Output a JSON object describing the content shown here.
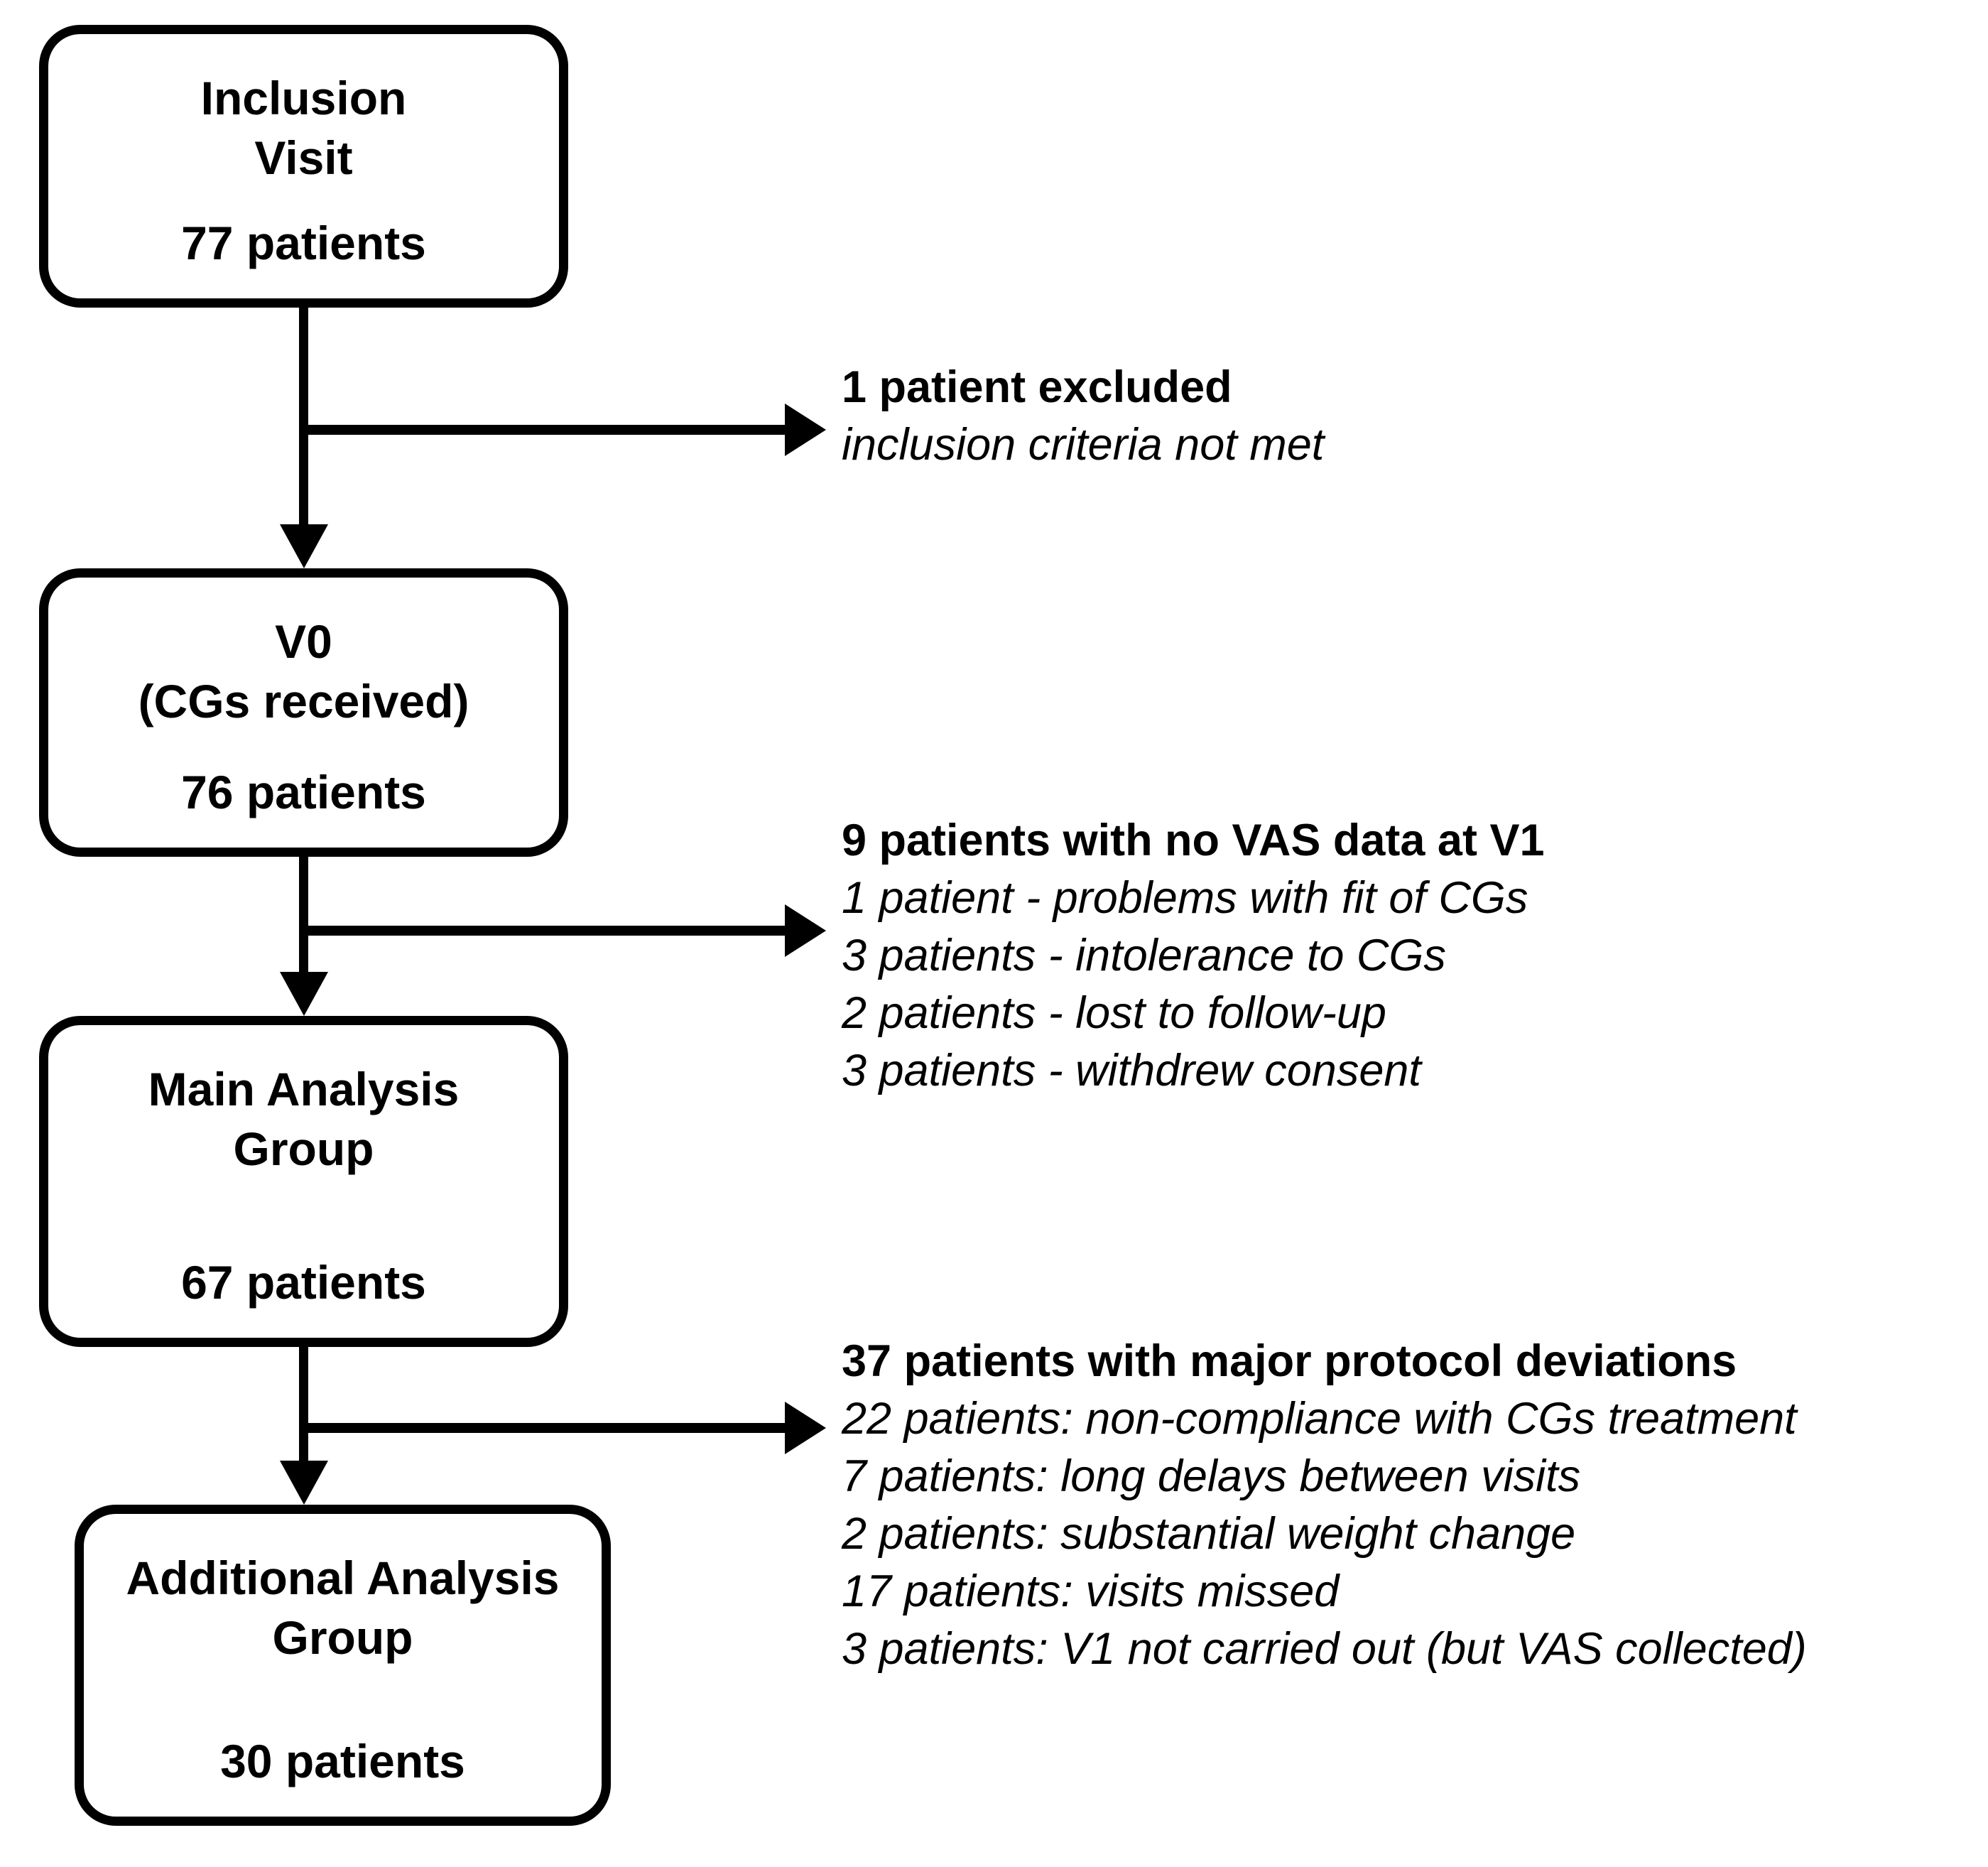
{
  "colors": {
    "ink": "#000000",
    "background": "#ffffff"
  },
  "flowchart": {
    "boxes": [
      {
        "id": "inclusion-visit",
        "title_lines": [
          "Inclusion",
          "Visit"
        ],
        "count": "77 patients"
      },
      {
        "id": "v0-cgs-received",
        "title_lines": [
          "V0",
          "(CGs received)"
        ],
        "count": "76 patients"
      },
      {
        "id": "main-analysis-group",
        "title_lines": [
          "Main Analysis",
          "Group"
        ],
        "count": "67 patients"
      },
      {
        "id": "additional-analysis-group",
        "title_lines": [
          "Additional Analysis",
          "Group"
        ],
        "count": "30 patients"
      }
    ],
    "exclusions": [
      {
        "headline": "1 patient excluded",
        "details": [
          "inclusion criteria not met"
        ]
      },
      {
        "headline": "9 patients with no VAS data at V1",
        "details": [
          "1 patient - problems with fit of CGs",
          "3 patients - intolerance to CGs",
          "2 patients - lost to follow-up",
          "3 patients - withdrew consent"
        ]
      },
      {
        "headline": "37 patients with major protocol deviations",
        "details": [
          "22 patients: non-compliance with CGs treatment",
          "7 patients: long delays between visits",
          "2 patients: substantial weight change",
          "17 patients: visits missed",
          "3 patients: V1 not carried out (but VAS collected)"
        ]
      }
    ]
  }
}
